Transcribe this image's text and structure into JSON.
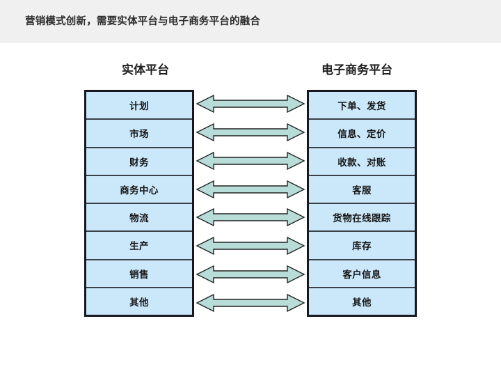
{
  "header": {
    "title": "营销模式创新，需要实体平台与电子商务平台的融合",
    "band_color": "#f0f0f0"
  },
  "diagram": {
    "left_column": {
      "heading": "实体平台",
      "fill_color": "#cbe8fb",
      "border_color": "#17171f",
      "rows": [
        {
          "label": "计划"
        },
        {
          "label": "市场"
        },
        {
          "label": "财务"
        },
        {
          "label": "商务中心"
        },
        {
          "label": "物流"
        },
        {
          "label": "生产"
        },
        {
          "label": "销售"
        },
        {
          "label": "其他"
        }
      ]
    },
    "right_column": {
      "heading": "电子商务平台",
      "fill_color": "#cbe8fb",
      "border_color": "#17171f",
      "rows": [
        {
          "label": "下单、发货"
        },
        {
          "label": "信息、定价"
        },
        {
          "label": "收款、对账"
        },
        {
          "label": "客服"
        },
        {
          "label": "货物在线跟踪"
        },
        {
          "label": "库存"
        },
        {
          "label": "客户信息"
        },
        {
          "label": "其他"
        }
      ]
    },
    "connectors": {
      "type": "double-headed-arrow",
      "count": 8,
      "fill_color": "#b8ddd8",
      "outline_color": "#222222"
    }
  }
}
